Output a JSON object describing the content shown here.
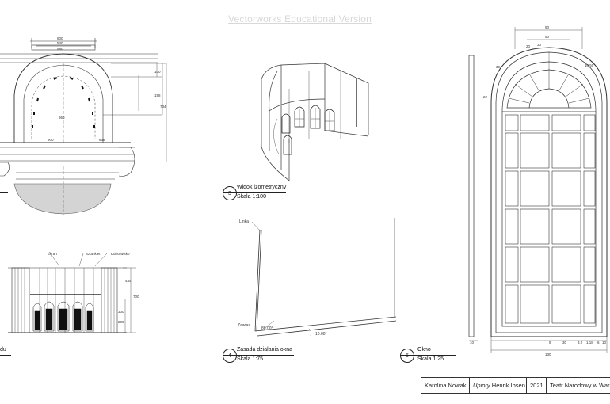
{
  "watermark": "Vectorworks Educational Version",
  "viewports": {
    "v3": {
      "number": "3",
      "title": "Widok izometryczny",
      "scale": "Skala 1:100"
    },
    "v4": {
      "number": "4",
      "title": "Zasada działania okna",
      "scale": "Skala 1:75"
    },
    "v5": {
      "number": "5",
      "title": "Okno",
      "scale": "Skala 1:25"
    },
    "v_left_fragment": "du"
  },
  "annotations": {
    "linka": "Linka",
    "zawias": "Zawias",
    "angle_88": "88.00°",
    "angle_10": "10.00°",
    "ekran": "Ekran",
    "sztankiet": "Sztankiet",
    "kulisa": "Kulisowisko"
  },
  "dimensions": {
    "top_plan": [
      "600",
      "540",
      "580"
    ],
    "plan_side": [
      "100",
      "158",
      "734"
    ],
    "plan_bottom": [
      "900",
      "638"
    ],
    "plan_center": "960",
    "front_right": [
      "444",
      "700",
      "300",
      "200"
    ],
    "window_top": "90",
    "window_sub": [
      "50",
      "30",
      "20"
    ],
    "window_side": [
      "30",
      "22"
    ],
    "window_right": "10.50°",
    "window_bottom_left": "10",
    "window_bottom": [
      "9",
      "30",
      "3.2",
      "1.18",
      "6"
    ],
    "window_bottom_total": "130",
    "window_right_bottom": "10"
  },
  "title_block": {
    "author": "Karolina Nowak",
    "play_title": "Upiory",
    "play_author": "Henrik Ibsen",
    "year": "2021",
    "venue": "Teatr Narodowy w Warszawie"
  }
}
